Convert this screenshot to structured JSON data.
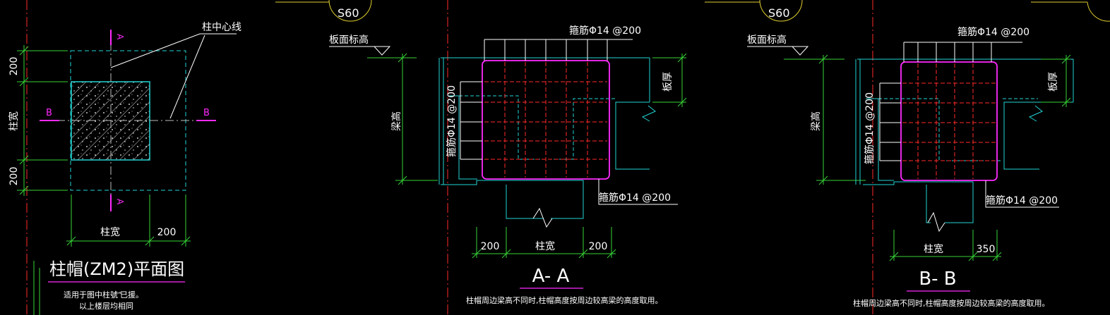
{
  "colors": {
    "background": "#000000",
    "cyan": "#22d3d3",
    "green": "#36d336",
    "red": "#ff2a2a",
    "magenta": "#ff2aff",
    "white": "#ffffff",
    "yellow": "#e0d030"
  },
  "plan": {
    "title": "柱帽(ZM2)平面图",
    "pile_centerline": "柱中心线",
    "dim_top": "200",
    "dim_side": "柱宽",
    "dim_bottom": "200",
    "dim_col_width": "柱宽",
    "dim_right": "200",
    "section_a_top": "A",
    "section_a_bottom": "A",
    "section_b_left": "B",
    "section_b_right": "B",
    "note_line1": "适用于图中柱號“",
    "note_line1_tail": "已援。",
    "note_line2": "以上楼层均相同"
  },
  "section_aa": {
    "grid_label": "S60",
    "slab_level": "板面标高",
    "top_rebar": "箍筋Φ14 @200",
    "side_rebar": "箍筋Φ14 @200",
    "bottom_rebar": "箍筋Φ14 @200",
    "beam_height": "梁高",
    "slab_thickness": "板厚",
    "dim_left": "200",
    "dim_mid": "柱宽",
    "dim_right": "200",
    "title": "A- A",
    "note": "柱帽周边梁高不同时,柱帽高度按周边较高梁的高度取用。"
  },
  "section_bb": {
    "grid_label": "S60",
    "slab_level": "板面标高",
    "top_rebar": "箍筋Φ14 @200",
    "side_rebar": "箍筋Φ14 @200",
    "bottom_rebar": "箍筋Φ14 @200",
    "beam_height": "梁高",
    "slab_thickness": "板厚",
    "dim_mid": "柱宽",
    "dim_right": "350",
    "title": "B- B",
    "note": "柱帽周边梁高不同时,柱帽高度按周边较高梁的高度取用。"
  }
}
